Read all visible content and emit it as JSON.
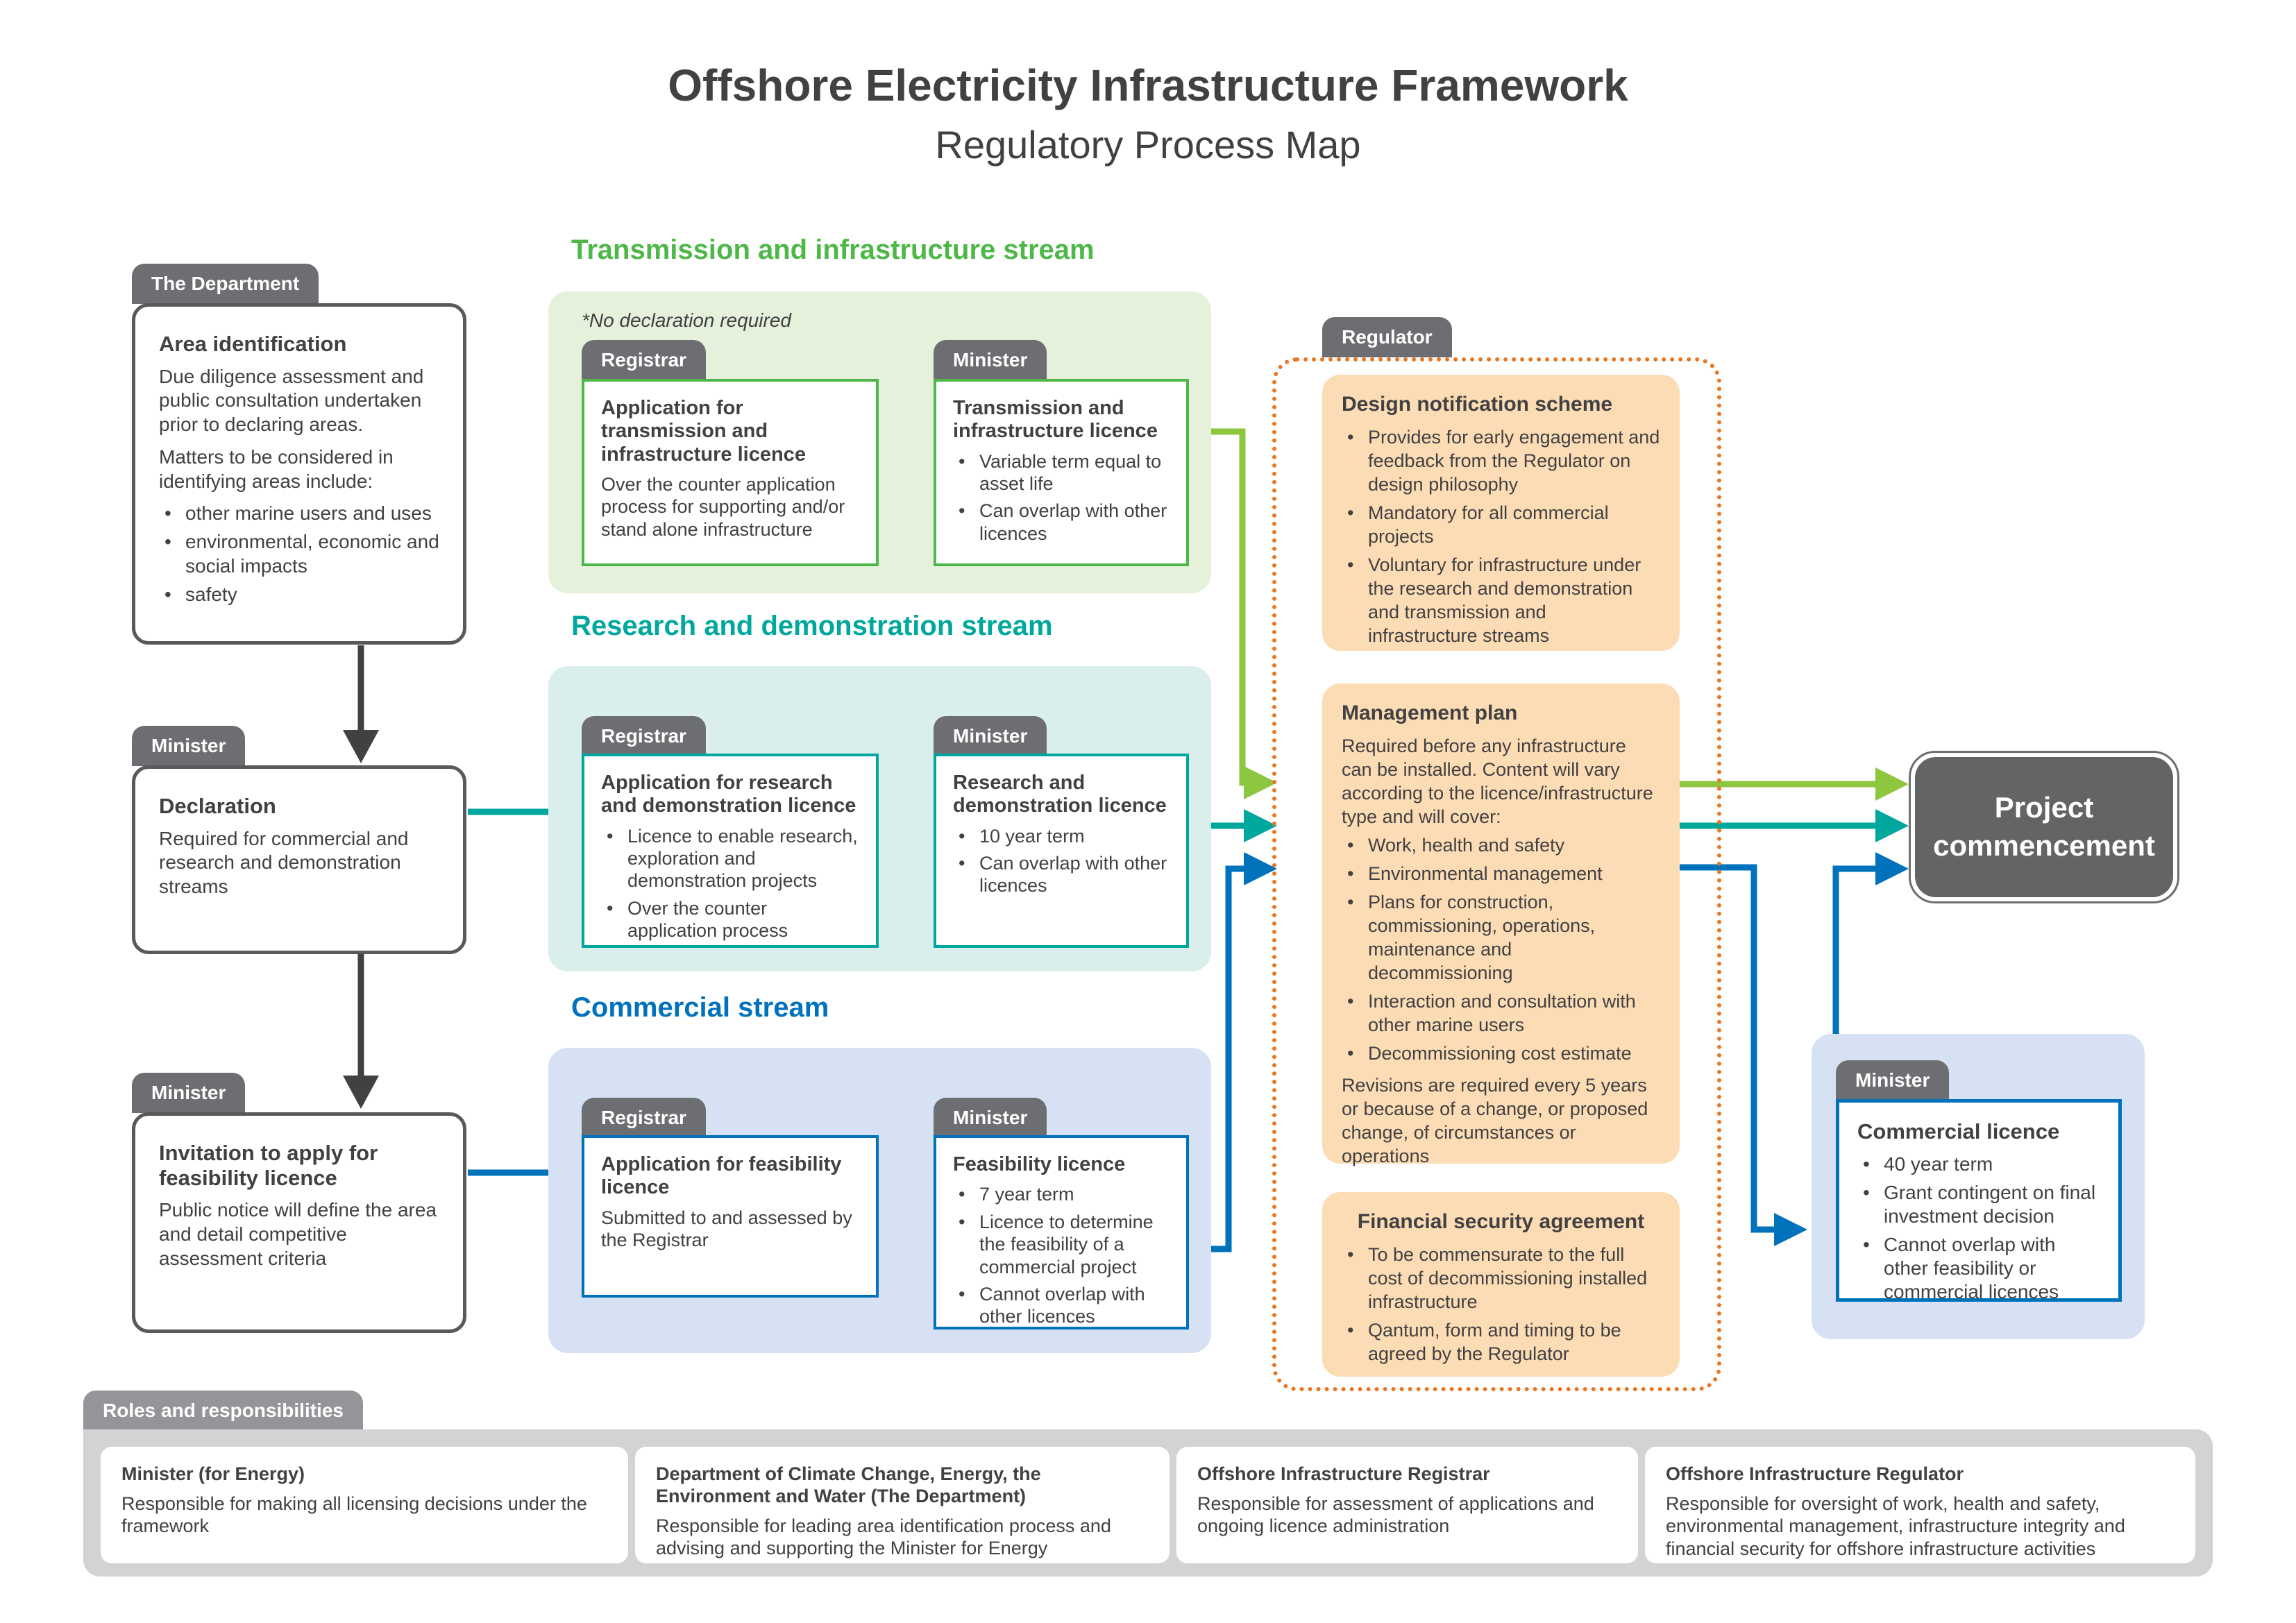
{
  "colors": {
    "text": "#414042",
    "tab": "#6d6e71",
    "bordergray": "#58595b",
    "green": "#4db848",
    "greenbg": "#e6f1dc",
    "lime": "#8dc63f",
    "teal": "#00a79d",
    "tealbg": "#daeeec",
    "blue": "#0072bc",
    "bluebg": "#d6e2f3",
    "orange": "#e87622",
    "orangebg": "#fbdcb4",
    "darkbox": "#636466",
    "rolestab": "#939598",
    "rolesbg": "#d1d3d4"
  },
  "title": {
    "line1": "Offshore Electricity Infrastructure Framework",
    "line2": "Regulatory Process Map"
  },
  "department": {
    "tab": "The Department",
    "title": "Area identification",
    "para1": "Due diligence assessment and public consultation undertaken prior to declaring areas.",
    "para2": "Matters to be considered in identifying areas include:",
    "bullets": [
      "other marine users and uses",
      "environmental, economic and social impacts",
      "safety"
    ]
  },
  "declaration": {
    "tab": "Minister",
    "title": "Declaration",
    "body": "Required for commercial and research and demonstration streams"
  },
  "invitation": {
    "tab": "Minister",
    "title": "Invitation to apply for feasibility licence",
    "body": "Public notice will define the area and detail competitive assessment criteria"
  },
  "streams": {
    "transmission": {
      "header": "Transmission and infrastructure stream",
      "note": "*No declaration required",
      "registrar": {
        "tab": "Registrar",
        "title": "Application for transmission and infrastructure licence",
        "body": "Over the counter application process for supporting and/or stand alone infrastructure"
      },
      "minister": {
        "tab": "Minister",
        "title": "Transmission and infrastructure licence",
        "bullets": [
          "Variable term equal to asset life",
          "Can overlap with other licences"
        ]
      }
    },
    "research": {
      "header": "Research and demonstration stream",
      "registrar": {
        "tab": "Registrar",
        "title": "Application for research and demonstration licence",
        "bullets": [
          "Licence to enable research, exploration and demonstration projects",
          "Over the counter application process"
        ]
      },
      "minister": {
        "tab": "Minister",
        "title": "Research and demonstration licence",
        "bullets": [
          "10 year term",
          "Can overlap with other licences"
        ]
      }
    },
    "commercial": {
      "header": "Commercial stream",
      "registrar": {
        "tab": "Registrar",
        "title": "Application for feasibility licence",
        "body": "Submitted to and assessed by the Registrar"
      },
      "minister": {
        "tab": "Minister",
        "title": "Feasibility licence",
        "bullets": [
          "7 year term",
          "Licence to determine the feasibility of a commercial project",
          "Cannot overlap with other licences"
        ]
      }
    }
  },
  "regulator": {
    "tab": "Regulator",
    "design_notification": {
      "title": "Design notification scheme",
      "bullets": [
        "Provides for early engagement and feedback from the Regulator on design philosophy",
        "Mandatory for all commercial projects",
        "Voluntary for infrastructure under the research and demonstration and transmission and infrastructure streams"
      ]
    },
    "management_plan": {
      "title": "Management plan",
      "intro": "Required before any infrastructure can be installed. Content will vary according to the licence/infrastructure type and will cover:",
      "bullets": [
        "Work, health and safety",
        "Environmental management",
        "Plans for construction, commissioning, operations, maintenance and decommissioning",
        "Interaction and consultation with other marine users",
        "Decommissioning cost estimate"
      ],
      "outro": "Revisions are required every 5 years or because of a change, or proposed change, of circumstances or operations"
    },
    "financial_security": {
      "title": "Financial security agreement",
      "bullets": [
        "To be commensurate to the full cost of decommissioning installed infrastructure",
        "Qantum, form and timing to be agreed by the Regulator"
      ]
    }
  },
  "project_commencement": {
    "label": "Project commencement"
  },
  "commercial_licence": {
    "tab": "Minister",
    "title": "Commercial licence",
    "bullets": [
      "40 year term",
      "Grant contingent on final investment decision",
      "Cannot overlap with other feasibility or commercial licences"
    ]
  },
  "roles": {
    "tab": "Roles and responsibilities",
    "cards": [
      {
        "title": "Minister (for Energy)",
        "body": "Responsible for making all licensing decisions under the framework"
      },
      {
        "title": "Department of Climate Change, Energy, the Environment and Water (The Department)",
        "body": "Responsible for leading area identification process and advising and supporting the Minister for Energy"
      },
      {
        "title": "Offshore Infrastructure Registrar",
        "body": "Responsible for assessment of applications and ongoing licence administration"
      },
      {
        "title": "Offshore Infrastructure Regulator",
        "body": "Responsible for oversight of work, health and safety, environmental management, infrastructure integrity and financial security for offshore infrastructure activities"
      }
    ]
  }
}
